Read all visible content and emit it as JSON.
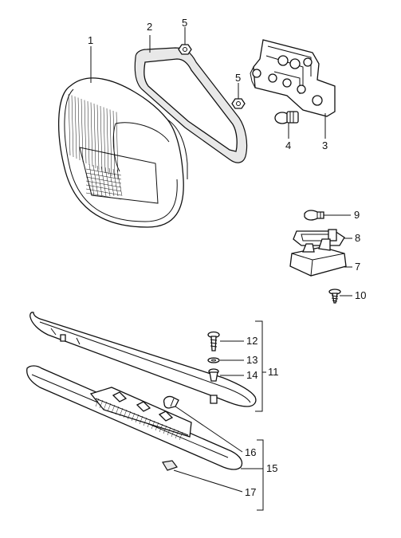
{
  "callouts": [
    {
      "id": "1",
      "text": "1"
    },
    {
      "id": "2",
      "text": "2"
    },
    {
      "id": "5a",
      "text": "5"
    },
    {
      "id": "5b",
      "text": "5"
    },
    {
      "id": "4",
      "text": "4"
    },
    {
      "id": "3",
      "text": "3"
    },
    {
      "id": "9",
      "text": "9"
    },
    {
      "id": "8",
      "text": "8"
    },
    {
      "id": "7",
      "text": "7"
    },
    {
      "id": "10",
      "text": "10"
    },
    {
      "id": "12",
      "text": "12"
    },
    {
      "id": "13",
      "text": "13"
    },
    {
      "id": "14",
      "text": "14"
    },
    {
      "id": "11",
      "text": "11"
    },
    {
      "id": "16",
      "text": "16"
    },
    {
      "id": "15",
      "text": "15"
    },
    {
      "id": "17",
      "text": "17"
    }
  ]
}
